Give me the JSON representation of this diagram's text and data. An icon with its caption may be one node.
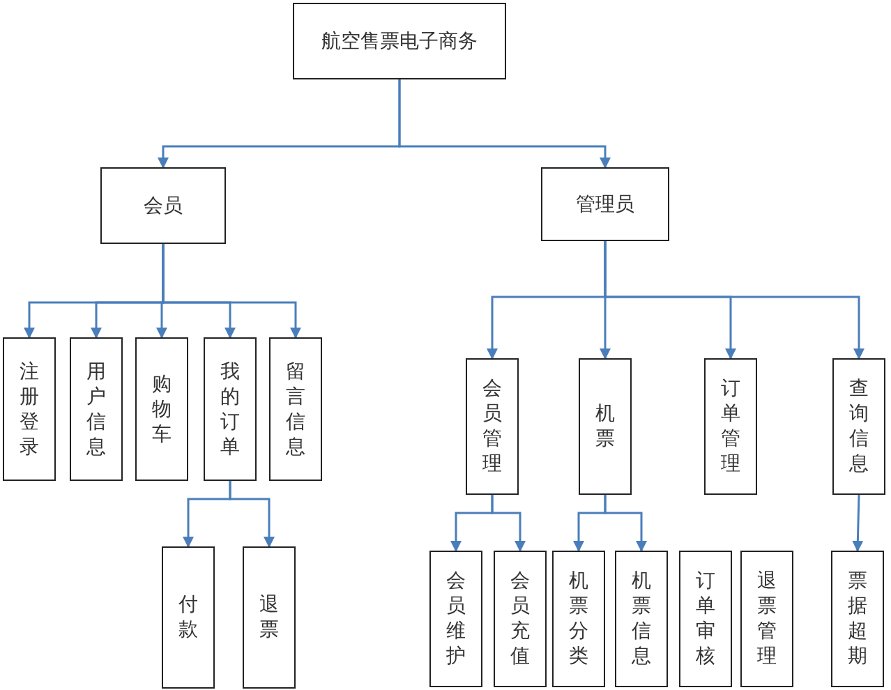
{
  "diagram": {
    "nodes": [
      {
        "text": [
          "航空售票电子商务"
        ]
      },
      {
        "text": [
          "会员"
        ]
      },
      {
        "text": [
          "管理员"
        ]
      },
      {
        "text": [
          "注册登录"
        ]
      },
      {
        "text": [
          "用户信息"
        ]
      },
      {
        "text": [
          "购物车"
        ]
      },
      {
        "text": [
          "我的订单"
        ]
      },
      {
        "text": [
          "留言信息"
        ]
      },
      {
        "text": [
          "付款"
        ]
      },
      {
        "text": [
          "退票"
        ]
      },
      {
        "text": [
          "会员管理"
        ]
      },
      {
        "text": [
          "机票"
        ]
      },
      {
        "text": [
          "订单管理"
        ]
      },
      {
        "text": [
          "查询信息"
        ]
      },
      {
        "text": [
          "会员维护"
        ]
      },
      {
        "text": [
          "会员充值"
        ]
      },
      {
        "text": [
          "机票分类"
        ]
      },
      {
        "text": [
          "机票信息"
        ]
      },
      {
        "text": [
          "订单审核"
        ]
      },
      {
        "text": [
          "退票管理"
        ]
      },
      {
        "text": [
          "票据超期"
        ]
      }
    ],
    "edges": [
      {
        "from": 0,
        "to": 1,
        "arrow": "to"
      },
      {
        "from": 0,
        "to": 2,
        "arrow": "to"
      },
      {
        "from": 1,
        "to": 3,
        "arrow": "to"
      },
      {
        "from": 1,
        "to": 4,
        "arrow": "to"
      },
      {
        "from": 1,
        "to": 5,
        "arrow": "to"
      },
      {
        "from": 1,
        "to": 6,
        "arrow": "to"
      },
      {
        "from": 1,
        "to": 7,
        "arrow": "to"
      },
      {
        "from": 6,
        "to": 8,
        "arrow": "to"
      },
      {
        "from": 6,
        "to": 9,
        "arrow": "to"
      },
      {
        "from": 2,
        "to": 10,
        "arrow": "to"
      },
      {
        "from": 2,
        "to": 11,
        "arrow": "to"
      },
      {
        "from": 2,
        "to": 12,
        "arrow": "to"
      },
      {
        "from": 2,
        "to": 13,
        "arrow": "to"
      },
      {
        "from": 10,
        "to": 14,
        "arrow": "to"
      },
      {
        "from": 10,
        "to": 15,
        "arrow": "to"
      },
      {
        "from": 11,
        "to": 16,
        "arrow": "to"
      },
      {
        "from": 11,
        "to": 17,
        "arrow": "to"
      },
      {
        "from": 13,
        "to": 20,
        "arrow": "to"
      }
    ]
  }
}
